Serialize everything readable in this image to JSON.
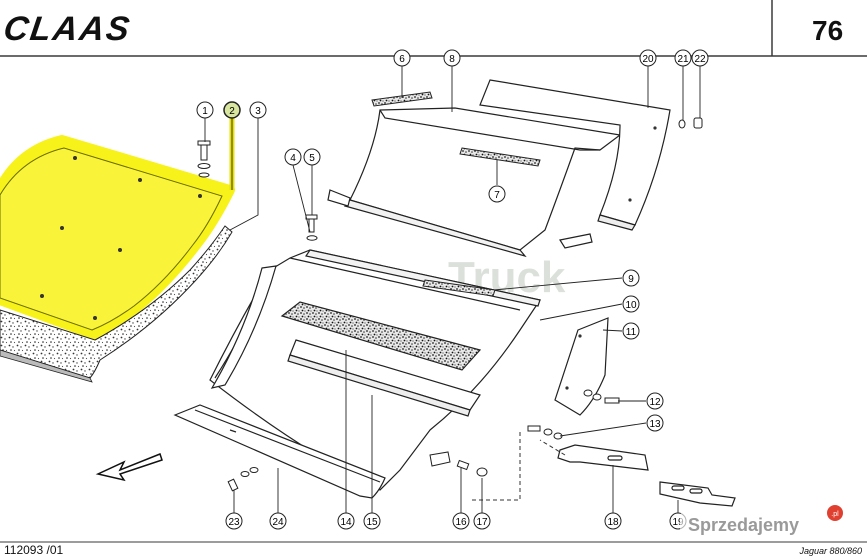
{
  "header": {
    "brand": "CLAAS",
    "page_number": "76"
  },
  "footer": {
    "drawing_number": "112093 /01",
    "model": "Jaguar 880/860"
  },
  "watermark": {
    "text": "Truck"
  },
  "badge": {
    "text": "Sprzedajemy",
    "suffix": ".pl"
  },
  "callouts": [
    {
      "id": "c1",
      "label": "1"
    },
    {
      "id": "c2",
      "label": "2",
      "highlighted": true
    },
    {
      "id": "c3",
      "label": "3"
    },
    {
      "id": "c4",
      "label": "4"
    },
    {
      "id": "c5",
      "label": "5"
    },
    {
      "id": "c6",
      "label": "6"
    },
    {
      "id": "c7",
      "label": "7"
    },
    {
      "id": "c8",
      "label": "8"
    },
    {
      "id": "c9",
      "label": "9"
    },
    {
      "id": "c10",
      "label": "10"
    },
    {
      "id": "c11",
      "label": "11"
    },
    {
      "id": "c12",
      "label": "12"
    },
    {
      "id": "c13",
      "label": "13"
    },
    {
      "id": "c14",
      "label": "14"
    },
    {
      "id": "c15",
      "label": "15"
    },
    {
      "id": "c16",
      "label": "16"
    },
    {
      "id": "c17",
      "label": "17"
    },
    {
      "id": "c18",
      "label": "18"
    },
    {
      "id": "c19",
      "label": "19"
    },
    {
      "id": "c20",
      "label": "20"
    },
    {
      "id": "c21",
      "label": "21"
    },
    {
      "id": "c22",
      "label": "22"
    },
    {
      "id": "c23",
      "label": "23"
    },
    {
      "id": "c24",
      "label": "24"
    }
  ],
  "colors": {
    "highlight": "#f7f20d",
    "callout_highlight": "#d8e6a0",
    "ink": "#1a1a1a",
    "frame": "#3a3a3a",
    "watermark": "#bfc9bf"
  }
}
